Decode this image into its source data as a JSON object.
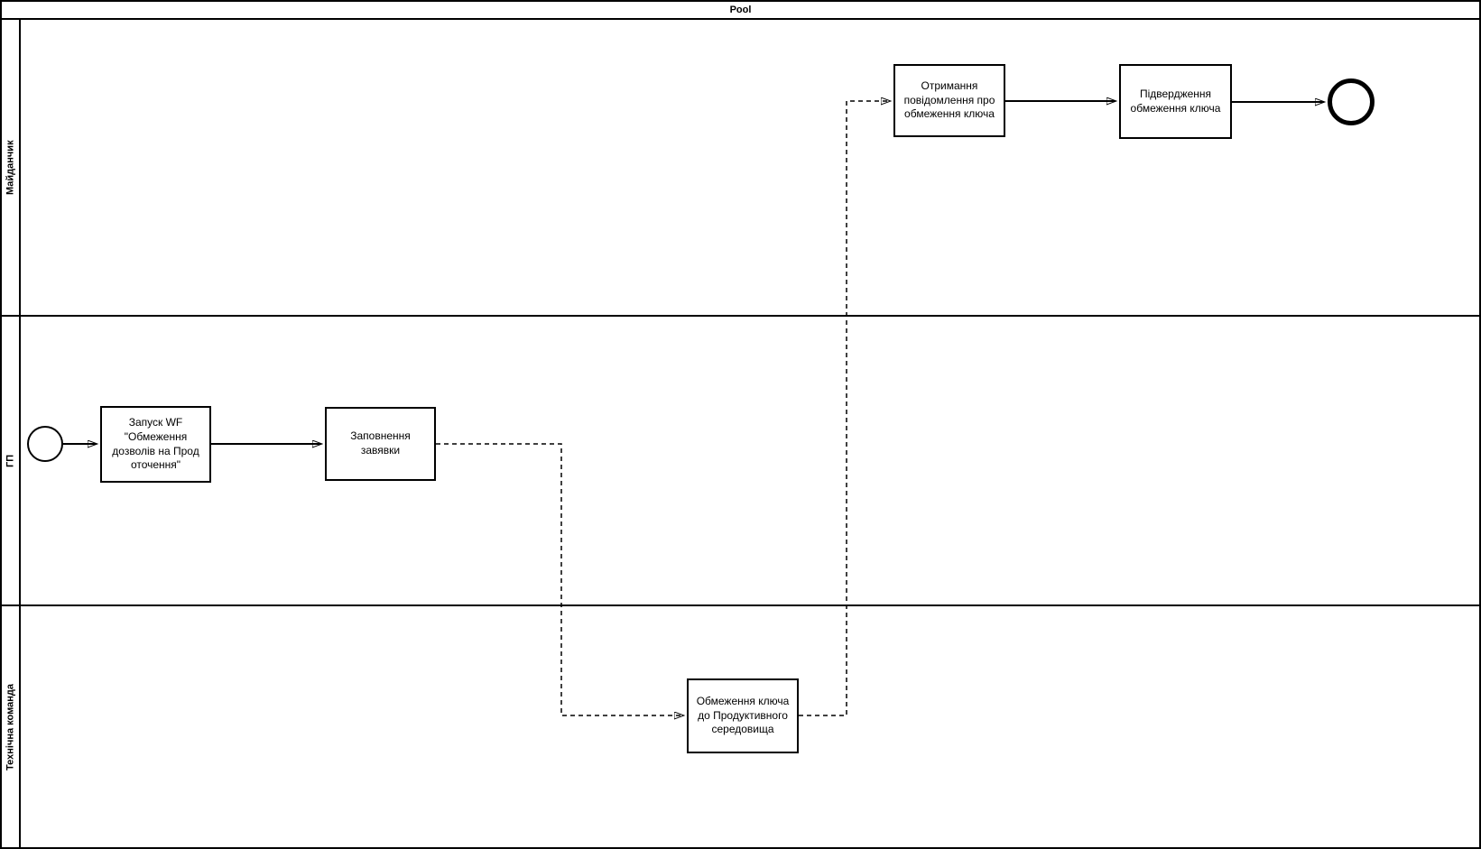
{
  "pool": {
    "title": "Pool",
    "lanes": [
      {
        "label": "Майданчик"
      },
      {
        "label": "ГП"
      },
      {
        "label": "Технічна команда"
      }
    ]
  },
  "nodes": {
    "task_zapusk": {
      "label": "Запуск WF \"Обмеження дозволів на Прод оточення\""
    },
    "task_zapovnennia": {
      "label": "Заповнення завявки"
    },
    "task_obmezhennia": {
      "label": "Обмеження ключа до Продуктивного середовища"
    },
    "task_otrymannia": {
      "label": "Отримання повідомлення про обмеження ключа"
    },
    "task_pidverdzhennia": {
      "label": "Підвердження обмеження ключа"
    },
    "start_event": {
      "type": "start-event"
    },
    "end_event": {
      "type": "end-event"
    }
  },
  "colors": {
    "stroke": "#000000",
    "fill": "#ffffff"
  }
}
